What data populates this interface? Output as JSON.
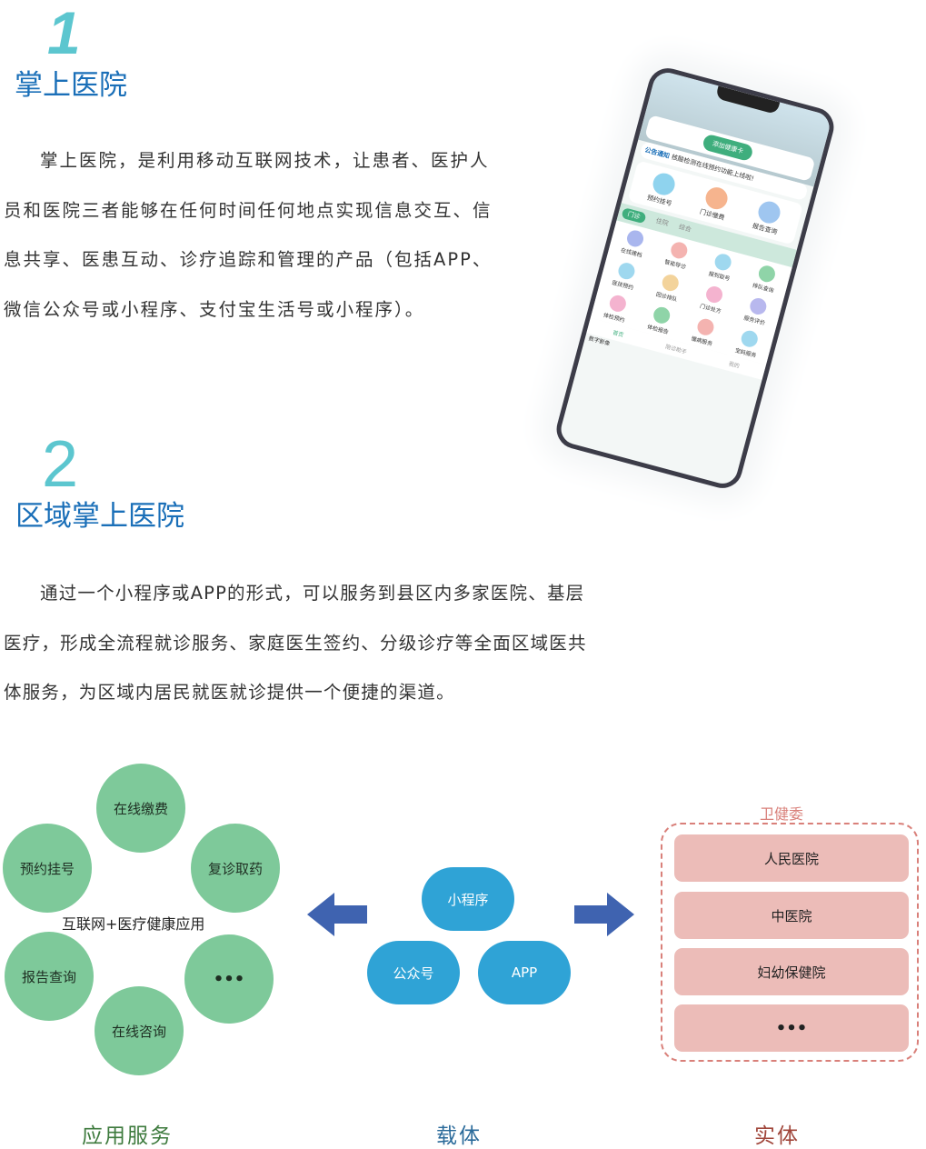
{
  "section1": {
    "number": "1",
    "title": "掌上医院",
    "paragraph": "掌上医院，是利用移动互联网技术，让患者、医护人员和医院三者能够在任何时间任何地点实现信息交互、信息共享、医患互动、诊疗追踪和管理的产品（包括APP、微信公众号或小程序、支付宝生活号或小程序）。"
  },
  "section2": {
    "number": "2",
    "title": "区域掌上医院",
    "paragraph": "通过一个小程序或APP的形式，可以服务到县区内多家医院、基层医疗，形成全流程就诊服务、家庭医生签约、分级诊疗等全面区域医共体服务，为区域内居民就医就诊提供一个便捷的渠道。"
  },
  "phone": {
    "add_card": "添加健康卡",
    "notice_label": "公告通知",
    "notice_text": "核酸检测在线预约功能上线啦!",
    "main": [
      "预约挂号",
      "门诊缴费",
      "报告查询"
    ],
    "tabs": [
      "门诊",
      "住院",
      "综合"
    ],
    "grid": [
      "在线建档",
      "智能导诊",
      "报到取号",
      "排队查询",
      "医技预约",
      "回诊排队",
      "门诊处方",
      "服务评价",
      "体检预约",
      "体检报告",
      "慢病服务",
      "宝妈服务"
    ],
    "nav": [
      "首页",
      "陪诊助手",
      "我的"
    ],
    "watermark": "数字影像"
  },
  "diagram": {
    "apps": [
      "在线缴费",
      "预约挂号",
      "复诊取药",
      "报告查询",
      "•••",
      "在线咨询"
    ],
    "apps_center": "互联网+医疗健康应用",
    "carriers": [
      "小程序",
      "公众号",
      "APP"
    ],
    "entity_group": "卫健委",
    "entities": [
      "人民医院",
      "中医院",
      "妇幼保健院",
      "•••"
    ],
    "captions": [
      "应用服务",
      "载体",
      "实体"
    ],
    "colors": {
      "app": "#7ec99a",
      "carrier": "#2fa3d6",
      "entity": "#ecbcb8",
      "arrow": "#3f63b0"
    }
  }
}
